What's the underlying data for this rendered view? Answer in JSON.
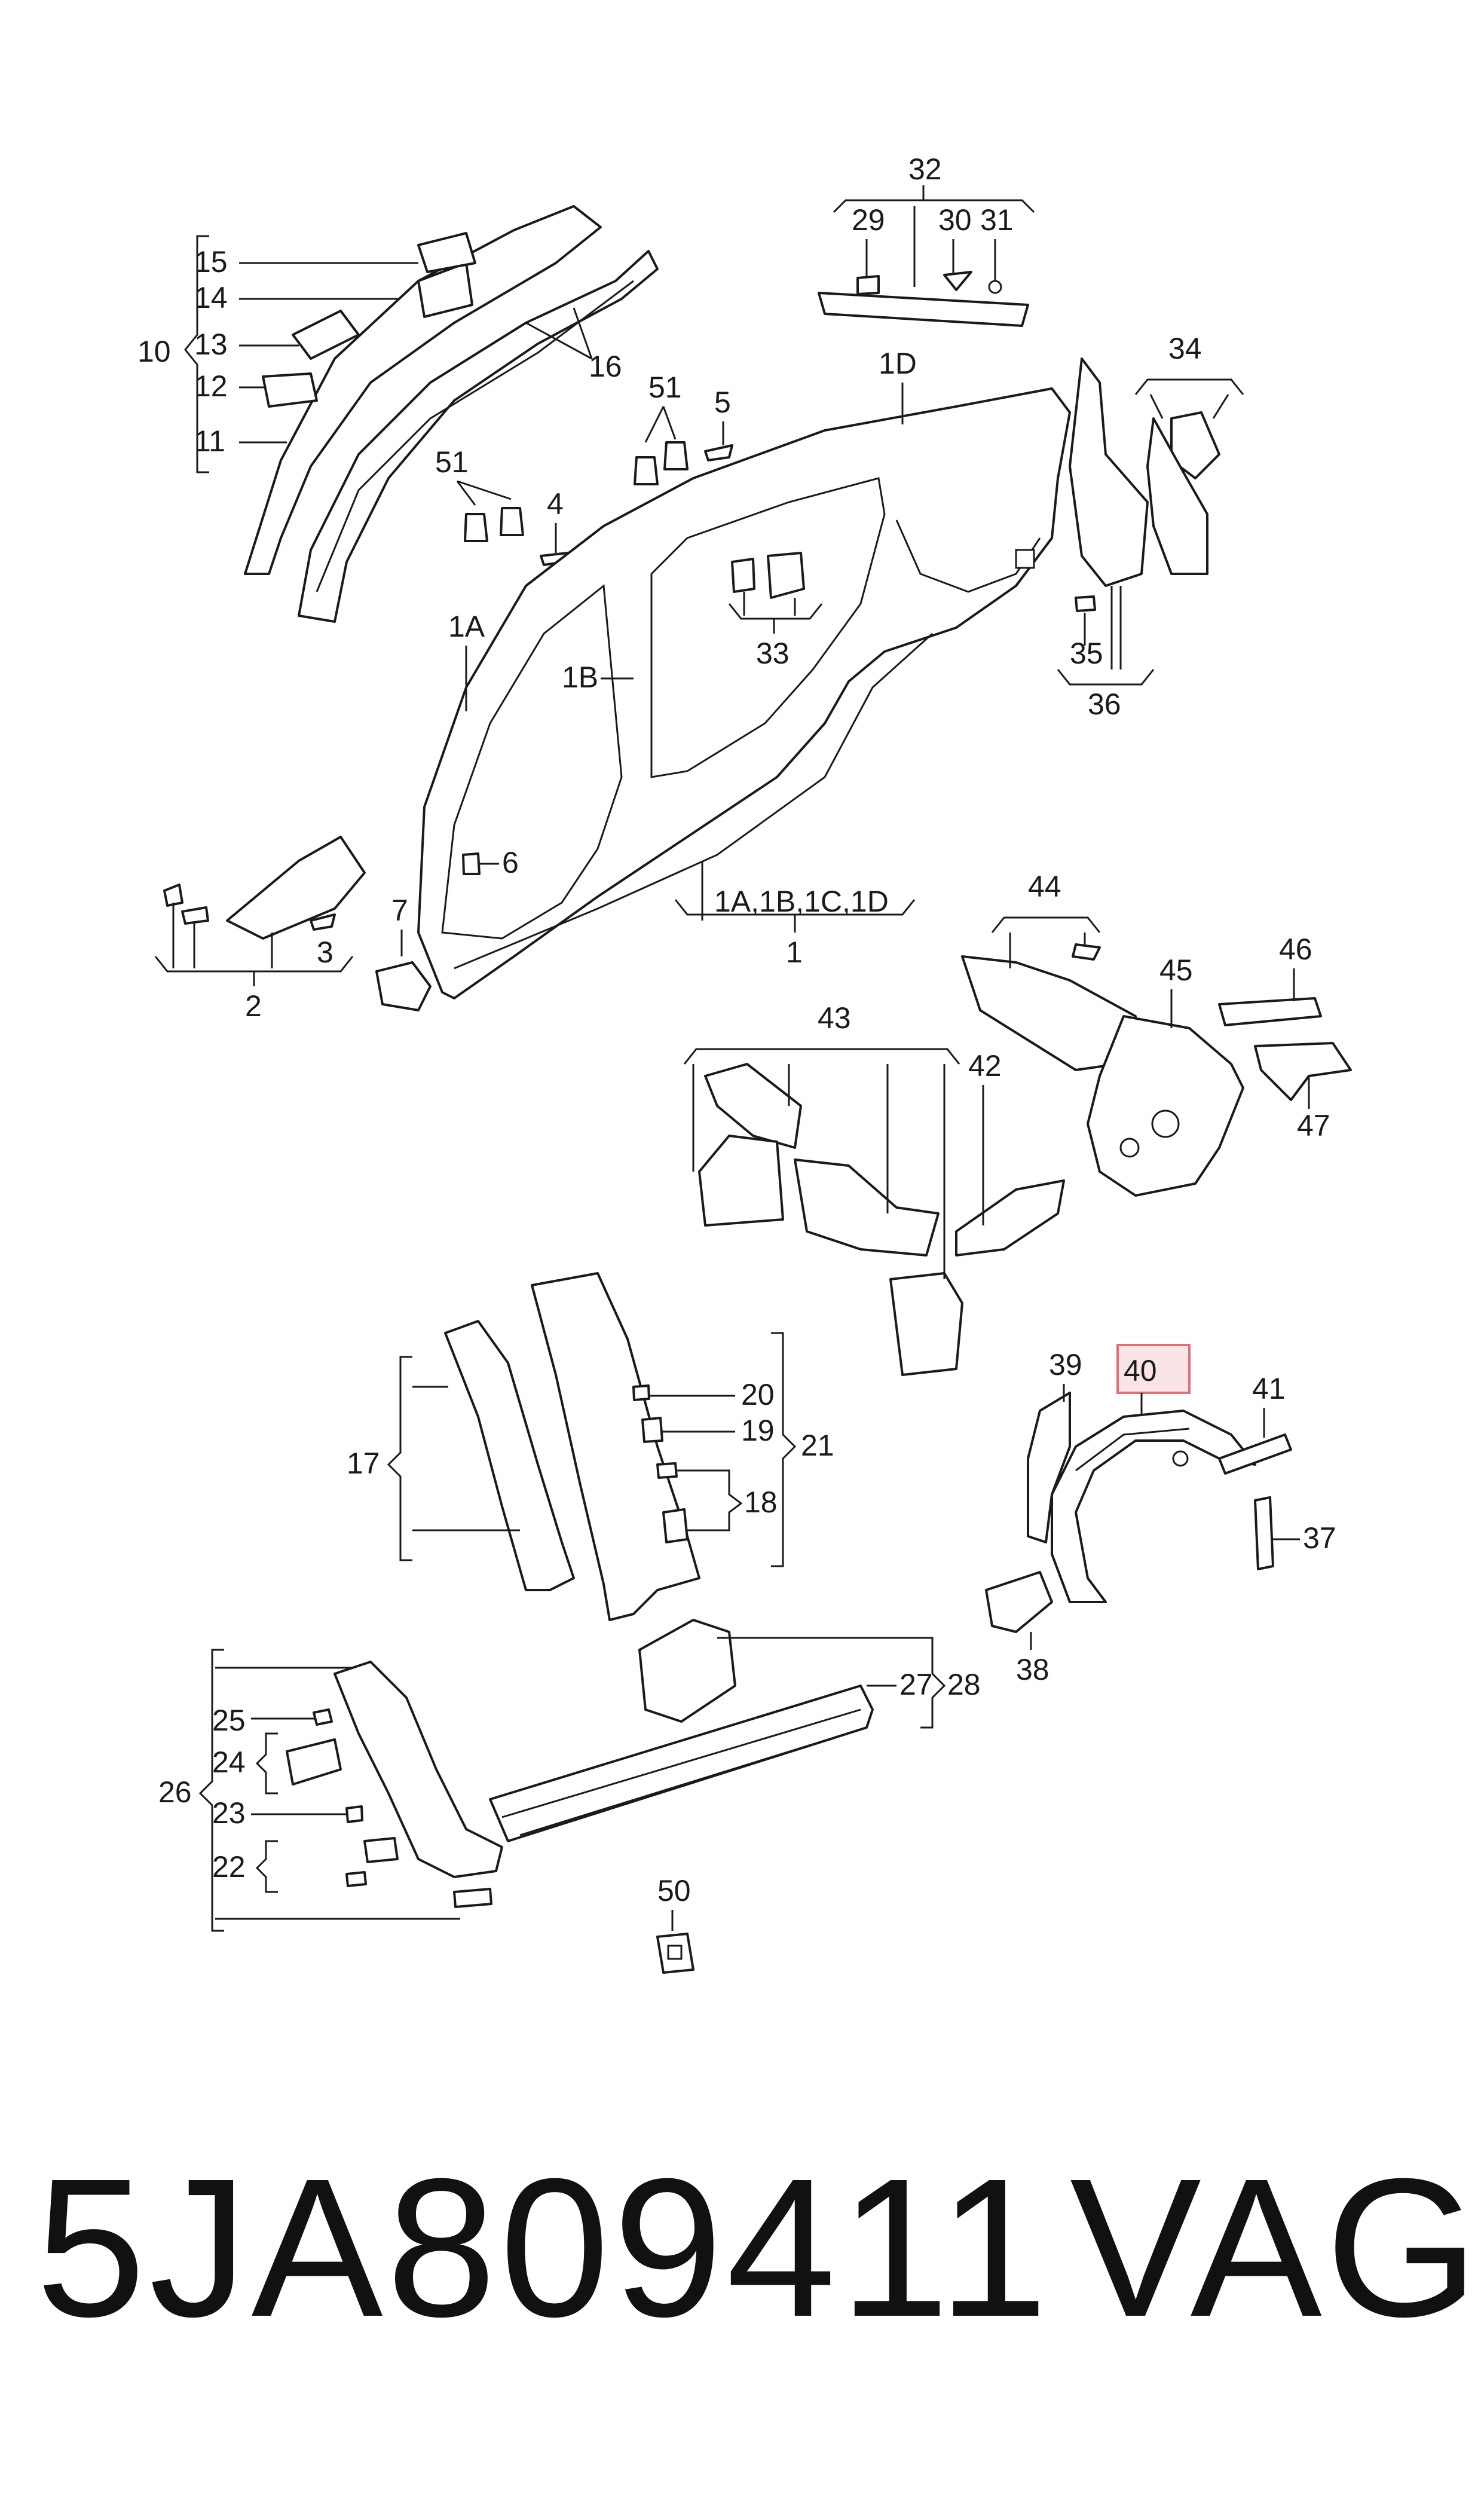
{
  "callouts": {
    "c1": "1",
    "c1a": "1A",
    "c1b": "1B",
    "c1d": "1D",
    "c1abcd": "1A,1B,1C,1D",
    "c2": "2",
    "c3": "3",
    "c4": "4",
    "c5": "5",
    "c6": "6",
    "c7": "7",
    "c10": "10",
    "c11": "11",
    "c12": "12",
    "c13": "13",
    "c14": "14",
    "c15": "15",
    "c16": "16",
    "c17": "17",
    "c18": "18",
    "c19": "19",
    "c20": "20",
    "c21": "21",
    "c22": "22",
    "c23": "23",
    "c24": "24",
    "c25": "25",
    "c26": "26",
    "c27": "27",
    "c28": "28",
    "c29": "29",
    "c30": "30",
    "c31": "31",
    "c32": "32",
    "c33": "33",
    "c34": "34",
    "c35": "35",
    "c36": "36",
    "c37": "37",
    "c38": "38",
    "c39": "39",
    "c40": "40",
    "c41": "41",
    "c42": "42",
    "c43": "43",
    "c44": "44",
    "c45": "45",
    "c46": "46",
    "c47": "47",
    "c50": "50",
    "c51a": "51",
    "c51b": "51"
  },
  "highlight": {
    "label": "40",
    "color": "#d9737b",
    "fill": "#fbe4e6"
  },
  "footer": {
    "part_number": "5JA809411",
    "brand": "VAG"
  }
}
